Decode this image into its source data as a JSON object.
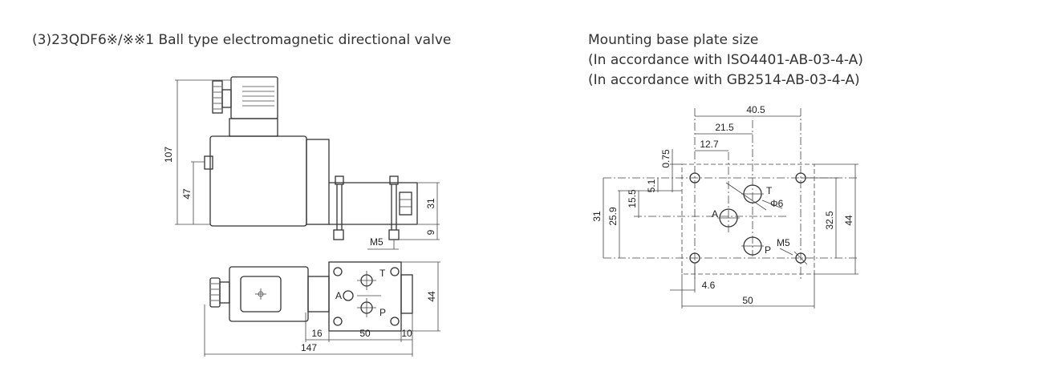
{
  "left_title": "(3)23QDF6※/※※1 Ball type electromagnetic directional valve",
  "right_title": {
    "line1": "Mounting base plate size",
    "line2": "(In accordance with ISO4401-AB-03-4-A)",
    "line3": "(In accordance with GB2514-AB-03-4-A)"
  },
  "valve_side_view": {
    "dims": {
      "height_total": "107",
      "height_axis": "47",
      "body_height": "31",
      "pin_height": "9",
      "pin_thread": "M5"
    }
  },
  "valve_top_view": {
    "dims": {
      "coil_offset": "16",
      "body_length": "50",
      "end_length": "10",
      "total_length": "147",
      "width": "44"
    },
    "ports": {
      "a": "A",
      "t": "T",
      "p": "P"
    }
  },
  "base_plate": {
    "dims": {
      "d40_5": "40.5",
      "d21_5": "21.5",
      "d12_7": "12.7",
      "d0_75": "0.75",
      "d5_1": "5.1",
      "d15_5": "15.5",
      "d25_9": "25.9",
      "d31": "31",
      "d32_5": "32.5",
      "d44": "44",
      "d4_6": "4.6",
      "d50": "50"
    },
    "labels": {
      "t": "T",
      "a": "A",
      "p": "P",
      "phi": "Φ6",
      "m5": "M5"
    }
  },
  "colors": {
    "line": "#333333",
    "text": "#222222",
    "background": "#ffffff"
  }
}
